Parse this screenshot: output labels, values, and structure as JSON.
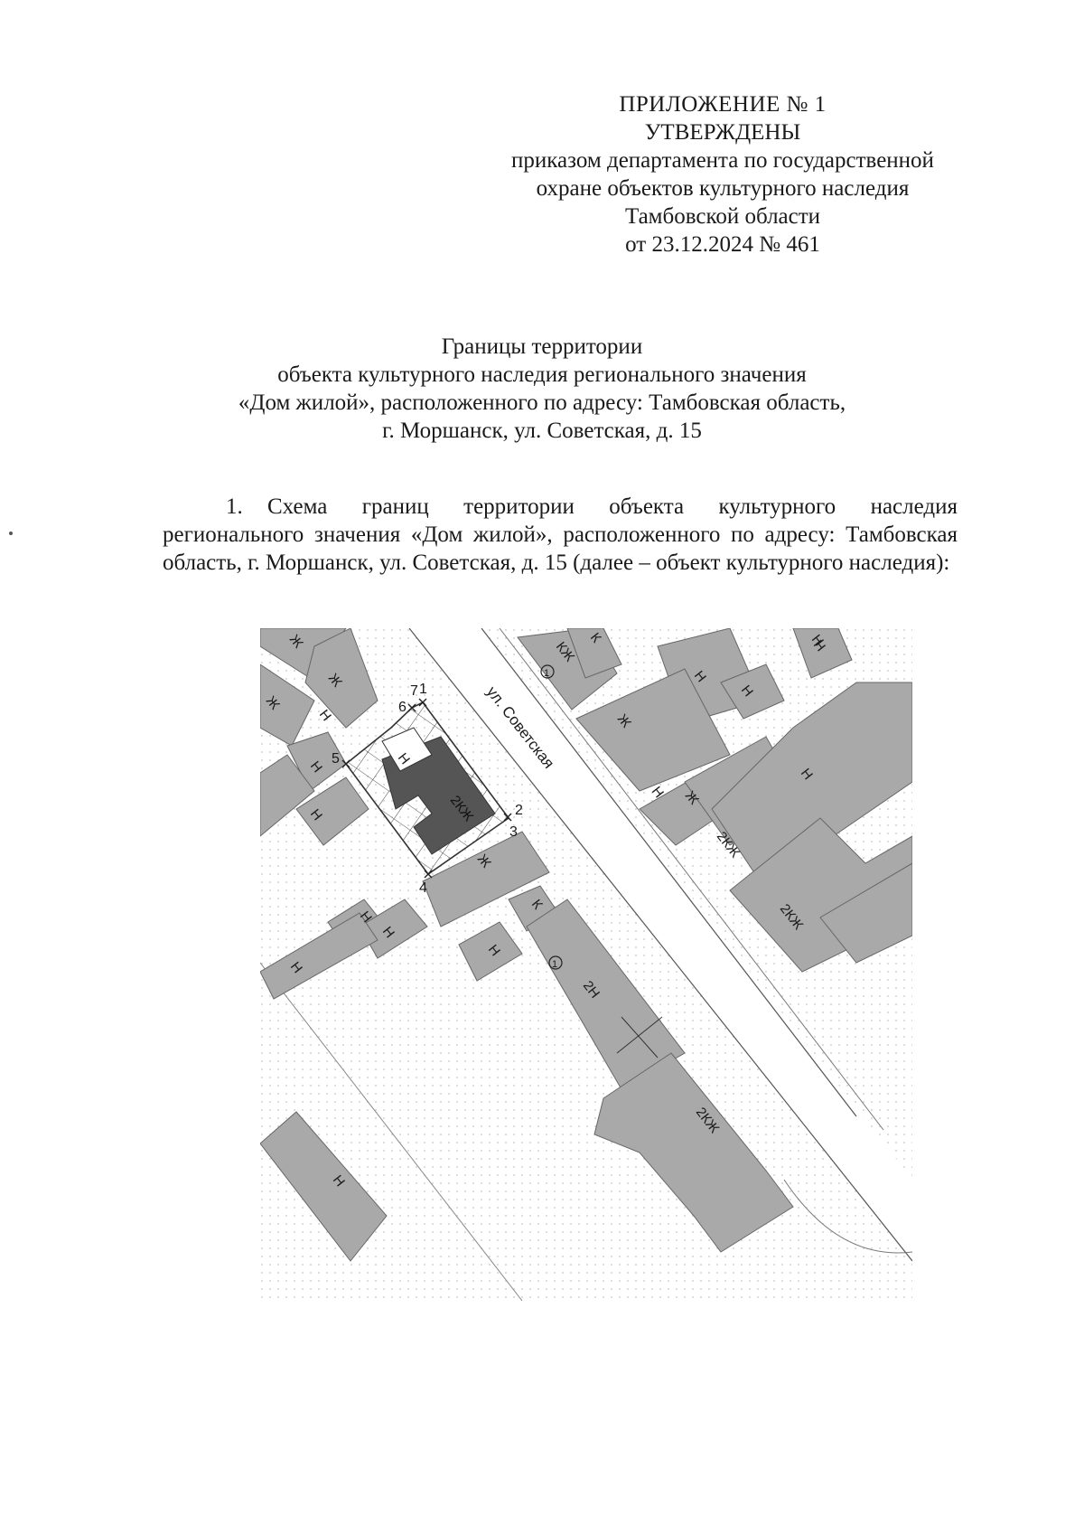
{
  "appendix": {
    "number": "ПРИЛОЖЕНИЕ № 1",
    "approved": "УТВЕРЖДЕНЫ",
    "line1": "приказом департамента по государственной",
    "line2": "охране объектов культурного наследия",
    "line3": "Тамбовской области",
    "date_line": "от 23.12.2024 № 461"
  },
  "title": {
    "line1": "Границы территории",
    "line2": "объекта культурного наследия регионального значения",
    "line3": "«Дом жилой», расположенного по адресу: Тамбовская область,",
    "line4": "г. Моршанск, ул. Советская, д. 15"
  },
  "paragraph": {
    "number": "1.",
    "text": "Схема границ территории объекта культурного наследия регионального значения «Дом жилой», расположенного по адресу: Тамбовская область, г. Моршанск, ул. Советская, д. 15 (далее – объект культурного наследия):"
  },
  "map": {
    "street_label": "ул. Советская",
    "boundary_points": [
      "1",
      "2",
      "3",
      "4",
      "5",
      "6",
      "7"
    ],
    "building_labels": {
      "heritage": "2КЖ",
      "heritage_annex": "Н",
      "b1": "Ж",
      "b2": "Ж",
      "b3": "Н",
      "b4": "Ж",
      "b5": "Н",
      "b6": "Н",
      "b7": "Ж",
      "b8": "Н",
      "b9": "Н",
      "b10": "Н",
      "b11": "Н",
      "b12": "К",
      "b13": "2Н",
      "b14": "2КЖ",
      "b15": "Н",
      "b16": "К",
      "b17": "КЖ",
      "b18": "Н",
      "b19": "Н",
      "b20": "Н",
      "b21": "Ж",
      "b22": "Н",
      "b23": "Н",
      "b24": "Ж",
      "b25": "2КЖ",
      "b26": "2КЖ",
      "b27": "Н"
    },
    "marker1": "1",
    "marker2": "1",
    "colors": {
      "building": "#a9a9a9",
      "heritage_building": "#555555",
      "boundary": "#333333",
      "dots": "#c8c8c8"
    }
  }
}
